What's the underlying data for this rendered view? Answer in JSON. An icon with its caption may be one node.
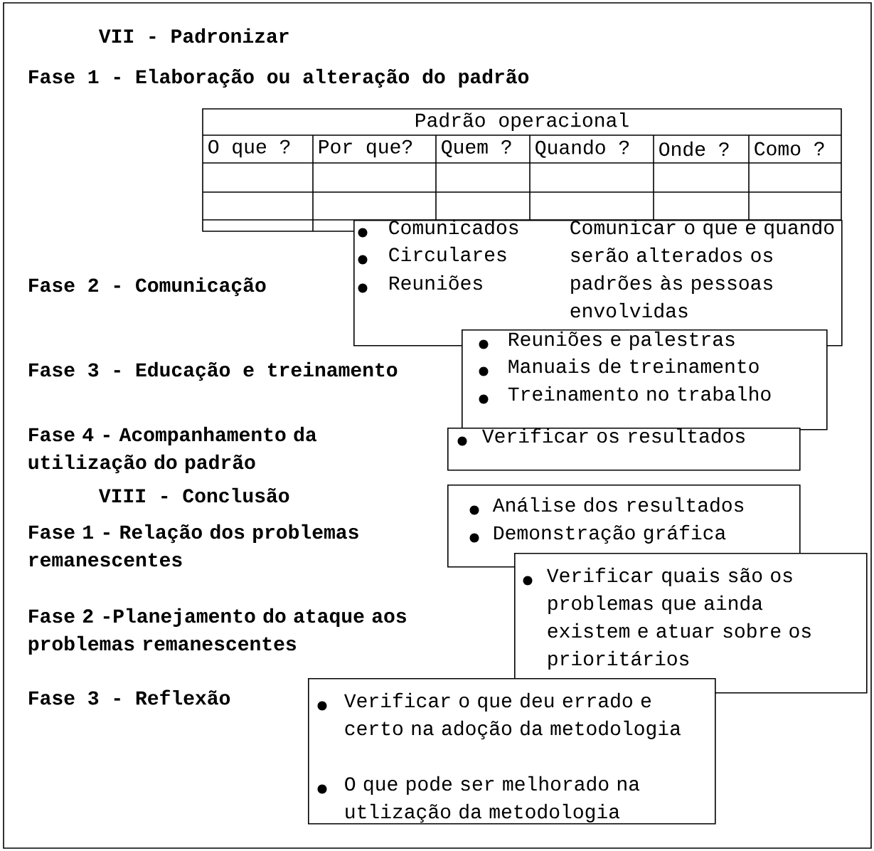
{
  "diagram": {
    "nodes": [
      {
        "text": [
          "Comunicados",
          "Circulares",
          "Reuniões",
          "Comunicar o que e quando serão alterados os padrões às pessoas envolvidas"
        ]
      },
      {
        "text": [
          "Reuniões e palestras",
          "Manuais de treinamento",
          "Treinamento no trabalho"
        ]
      },
      {
        "text": [
          "Verificar os resultados"
        ]
      },
      {
        "text": [
          "Análise dos resultados",
          "Demonstração gráfica"
        ]
      },
      {
        "text": [
          "Verificar quais são os problemas que ainda existem e atuar sobre os prioritários"
        ]
      },
      {
        "text": [
          "Verificar o que deu errado e certo na adoção da metodologia",
          "O que pode ser melhorado na utlização da metodologia"
        ]
      }
    ],
    "labels": [
      "VII - Padronizar",
      "Fase 1 - Elaboração ou alteração do padrão",
      "Padrão operacional",
      "O que ?",
      "Por que?",
      "Quem ?",
      "Quando ?",
      "Onde ?",
      "Como ?",
      "Fase 2 - Comunicação",
      "Fase 3 - Educação e treinamento",
      "Fase 4 - Acompanhamento da utilização do padrão",
      "VIII - Conclusão",
      "Fase 1 - Relação dos problemas remanescentes",
      "Fase 2 -Planejamento do ataque aos problemas remanescentes",
      "Fase 3 - Reflexão"
    ]
  }
}
